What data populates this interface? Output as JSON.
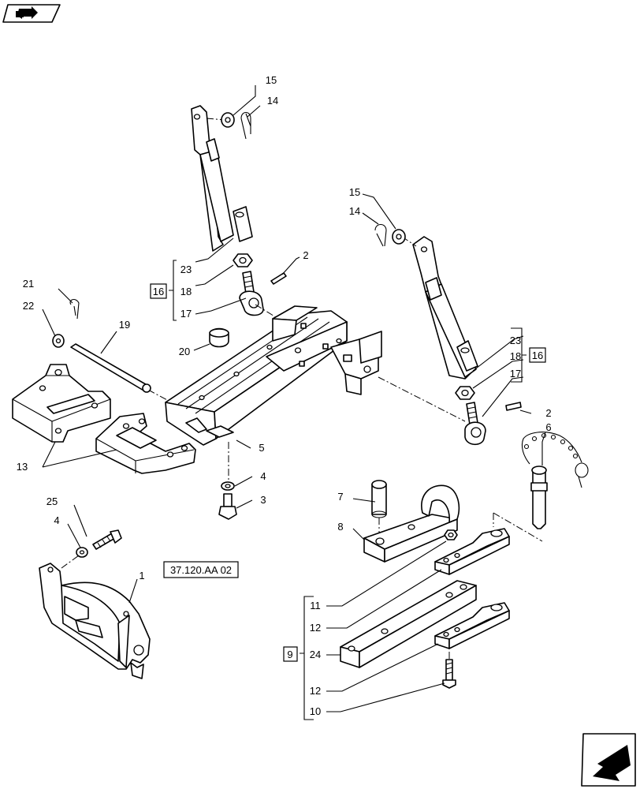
{
  "callouts": {
    "c1": "1",
    "c2a": "2",
    "c2b": "2",
    "c3": "3",
    "c4a": "4",
    "c4b": "4",
    "c5": "5",
    "c6": "6",
    "c7": "7",
    "c8": "8",
    "c10": "10",
    "c11": "11",
    "c12a": "12",
    "c12b": "12",
    "c13": "13",
    "c14a": "14",
    "c14b": "14",
    "c15a": "15",
    "c15b": "15",
    "c17a": "17",
    "c17b": "17",
    "c18a": "18",
    "c18b": "18",
    "c19": "19",
    "c20": "20",
    "c21": "21",
    "c22": "22",
    "c23a": "23",
    "c23b": "23",
    "c24": "24",
    "c25": "25"
  },
  "boxed": {
    "group16_left": "16",
    "group16_right": "16",
    "group9": "9",
    "reference": "37.120.AA 02"
  },
  "icons": {
    "top_left": "back-arrow-icon",
    "bottom_right": "next-arrow-icon"
  }
}
